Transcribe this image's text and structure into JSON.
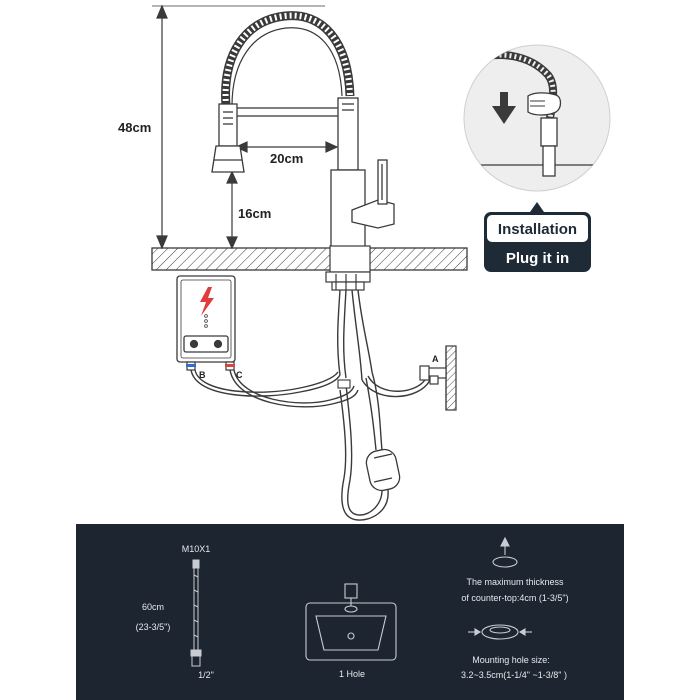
{
  "colors": {
    "line": "#3a3a3a",
    "panel_bg": "#1d2530",
    "panel_line": "#c9ccd2",
    "heater_red": "#e23b3b",
    "hot_red": "#d9443b",
    "cold_blue": "#2f6fd0",
    "badge_dark": "#1f2a37"
  },
  "dimensions": {
    "height": "48cm",
    "reach": "20cm",
    "spout_clearance": "16cm"
  },
  "connectors": {
    "a": "A",
    "b": "B",
    "c": "C"
  },
  "installation_callout": {
    "title": "Installation",
    "subtitle": "Plug it in"
  },
  "specs_panel": {
    "hose_thread": "M10X1",
    "hose_length": "60cm",
    "hose_length_inch": "(23-3/5\")",
    "hose_fitting": "1/2\"",
    "hole_count": "1 Hole",
    "thickness_line1": "The maximum thickness",
    "thickness_line2": "of counter-top:4cm (1-3/5\")",
    "hole_size_line1": "Mounting hole size:",
    "hole_size_line2": "3.2~3.5cm(1-1/4\" ~1-3/8\" )"
  }
}
